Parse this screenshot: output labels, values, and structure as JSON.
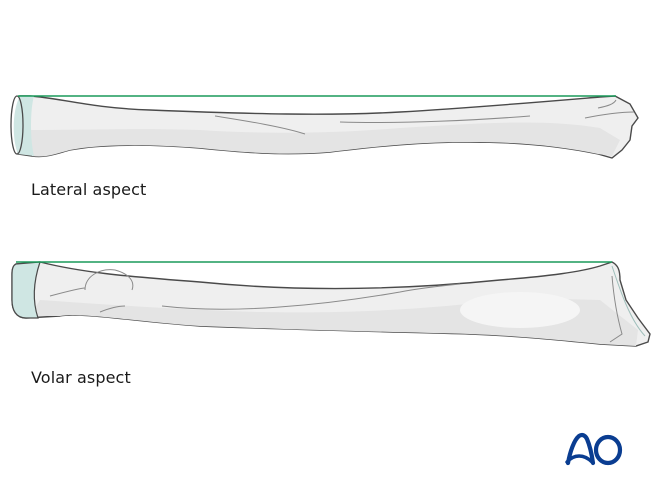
{
  "figure": {
    "panels": [
      {
        "id": "lateral",
        "label": "Lateral aspect"
      },
      {
        "id": "volar",
        "label": "Volar aspect"
      }
    ],
    "reference_line_color": "#1a9a5a",
    "bone_fill": "#efefef",
    "bone_shade": "#e2e2e2",
    "bone_outline": "#4a4a4a",
    "cartilage_fill": "#cfe6e3"
  },
  "logo": {
    "text": "AO",
    "color": "#0a3d91"
  }
}
